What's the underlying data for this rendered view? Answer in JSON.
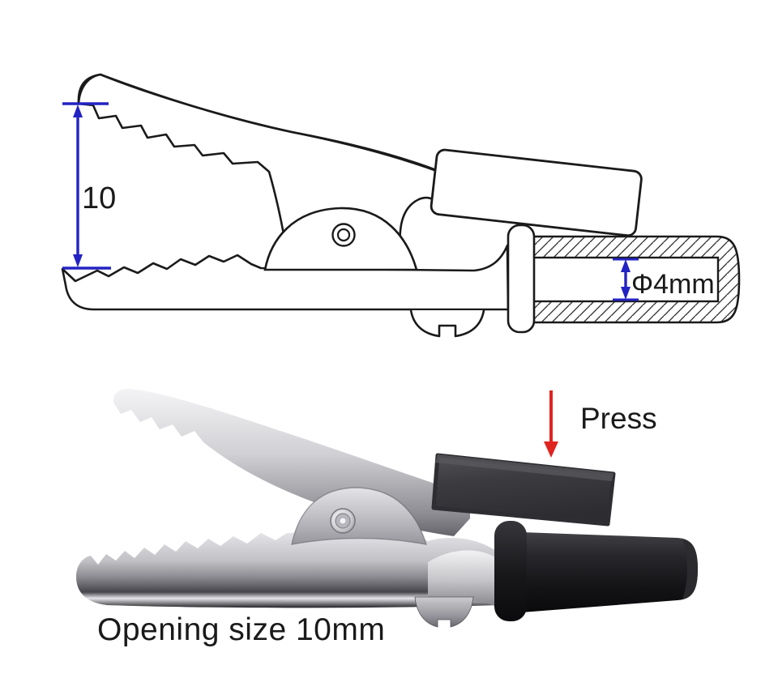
{
  "page": {
    "background": "#ffffff",
    "description": "Alligator clip product diagram: technical line drawing with dimensions above a rendered product photo"
  },
  "technical_drawing": {
    "jaw_opening_label": "10",
    "inner_diameter_label": "Φ4mm",
    "line_color": "#1a1a1a",
    "dimension_color": "#2323c3"
  },
  "product_render": {
    "press_label": "Press",
    "opening_caption": "Opening size 10mm",
    "arrow_color": "#e02420",
    "metal_color": "#c9c9cd",
    "insulation_color": "#1b1b1d"
  }
}
